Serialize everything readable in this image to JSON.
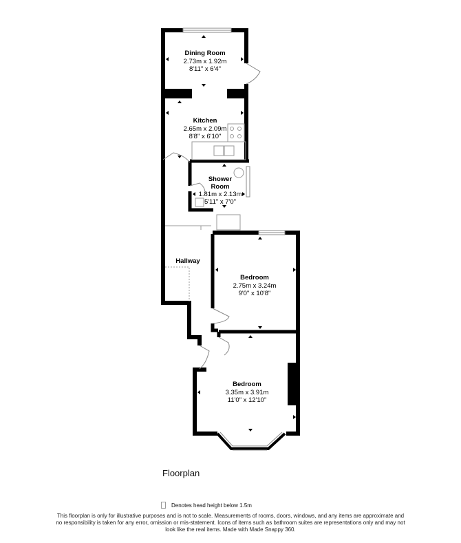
{
  "rooms": [
    {
      "name": "Dining Room",
      "metric": "2.73m x 1.92m",
      "imperial": "8'11\" x 6'4\""
    },
    {
      "name": "Kitchen",
      "metric": "2.65m x 2.09m",
      "imperial": "8'8\" x 6'10\""
    },
    {
      "name": "Shower",
      "name2": "Room",
      "metric": "1.81m x 2.13m",
      "imperial": "5'11\" x 7'0\""
    },
    {
      "name": "Hallway"
    },
    {
      "name": "Bedroom",
      "metric": "2.75m x 3.24m",
      "imperial": "9'0\" x 10'8\""
    },
    {
      "name": "Bedroom",
      "metric": "3.35m x 3.91m",
      "imperial": "11'0\" x 12'10\""
    }
  ],
  "footer": {
    "title": "Floorplan",
    "legend": "Denotes head height below 1.5m",
    "disclaimer": "This floorplan is only for illustrative purposes and is not to scale. Measurements of rooms, doors, windows, and any items are approximate and no responsibility is taken for any error, omission or mis-statement. Icons of items such as bathroom suites are representations only and may not look like the real items. Made with Made Snappy 360."
  },
  "colors": {
    "wall": "#000000",
    "line": "#777777"
  }
}
